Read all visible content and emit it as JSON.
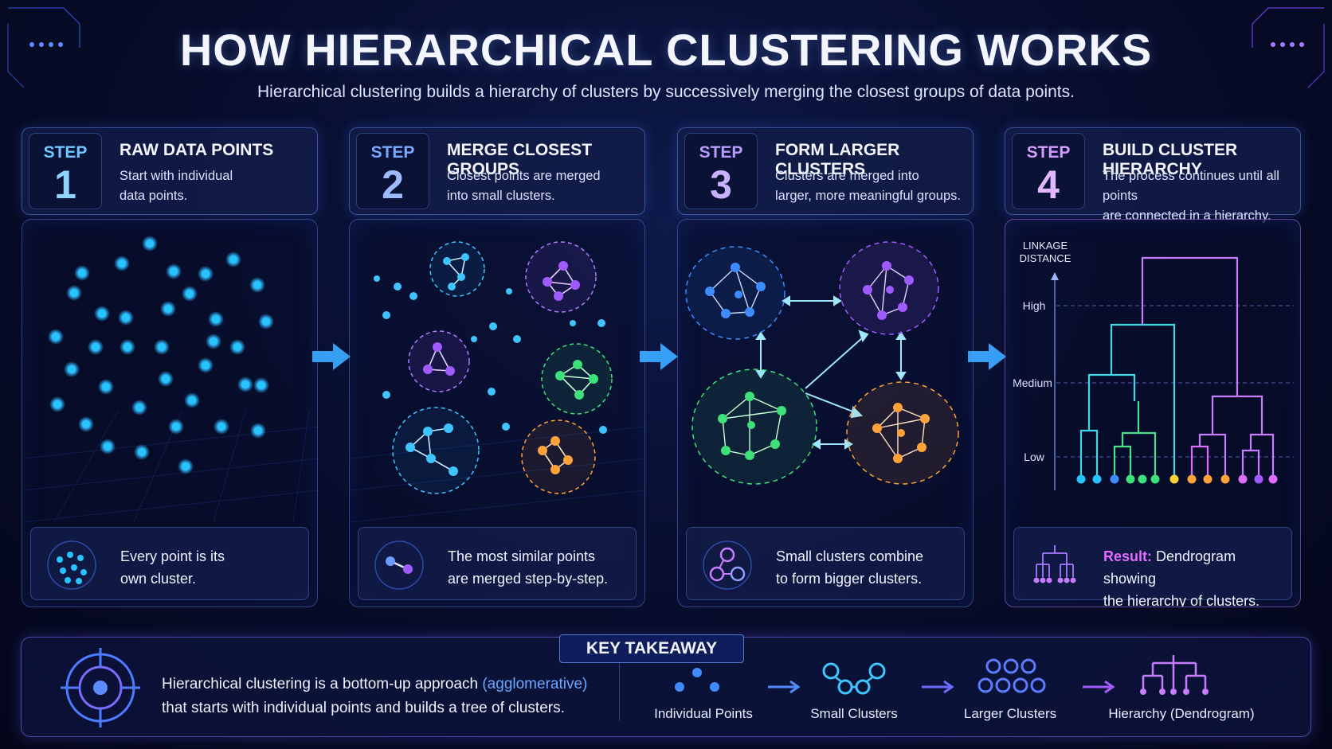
{
  "title": "HOW HIERARCHICAL CLUSTERING WORKS",
  "subtitle": "Hierarchical clustering builds a hierarchy of clusters by successively merging the closest groups of data points.",
  "steps": [
    {
      "word": "STEP",
      "number": "1",
      "title": "RAW DATA POINTS",
      "desc_line1": "Start with individual",
      "desc_line2": "data points.",
      "caption_line1": "Every point is its",
      "caption_line2": "own cluster.",
      "accent": "#27c4ff"
    },
    {
      "word": "STEP",
      "number": "2",
      "title": "MERGE CLOSEST GROUPS",
      "desc_line1": "Closest points are merged",
      "desc_line2": "into small clusters.",
      "caption_line1": "The most similar points",
      "caption_line2": "are merged step-by-step.",
      "accent": "#6c9bff"
    },
    {
      "word": "STEP",
      "number": "3",
      "title": "FORM LARGER CLUSTERS",
      "desc_line1": "Clusters are merged into",
      "desc_line2": "larger, more meaningful groups.",
      "caption_line1": "Small clusters combine",
      "caption_line2": "to form bigger clusters.",
      "accent": "#a884ff"
    },
    {
      "word": "STEP",
      "number": "4",
      "title": "BUILD CLUSTER HIERARCHY",
      "desc_line1": "The process continues until all points",
      "desc_line2": "are connected in a hierarchy.",
      "caption_prefix": "Result:",
      "caption_line1": " Dendrogram showing",
      "caption_line2": "the hierarchy of clusters.",
      "accent": "#c87dff"
    }
  ],
  "dendrogram": {
    "axis_label_line1": "LINKAGE",
    "axis_label_line2": "DISTANCE",
    "levels": [
      "High",
      "Medium",
      "Low"
    ]
  },
  "takeaway": {
    "tab": "KEY TAKEAWAY",
    "line1_prefix": "Hierarchical clustering is a bottom-up approach ",
    "line1_accent": "(agglomerative)",
    "line2": "that starts with individual points and builds a tree of clusters.",
    "flow": [
      "Individual Points",
      "Small Clusters",
      "Larger Clusters",
      "Hierarchy (Dendrogram)"
    ]
  },
  "colors": {
    "cyan": "#27c4ff",
    "blue": "#3d8bff",
    "purple": "#a05bff",
    "green": "#3ee07a",
    "orange": "#ffa23a",
    "magenta": "#e26bff"
  }
}
